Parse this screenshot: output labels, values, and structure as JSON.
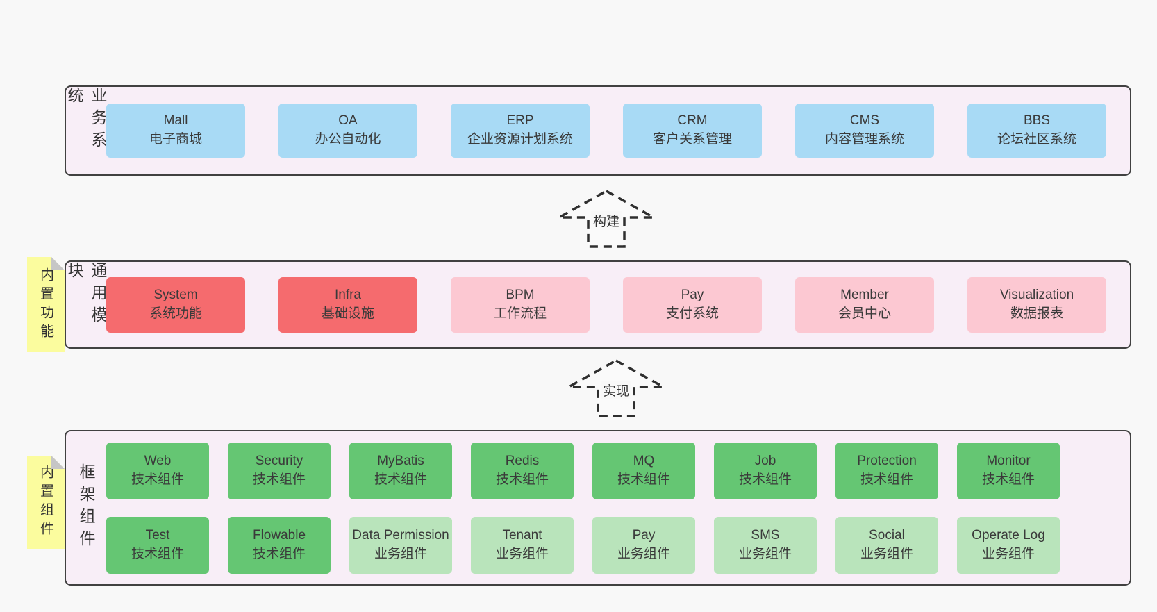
{
  "colors": {
    "page-bg": "#f8f8f8",
    "layer-bg": "#f8eef7",
    "layer-border": "#414141",
    "blue": "#a8daf5",
    "red": "#f56b6e",
    "pink": "#fcc8d2",
    "green": "#65c673",
    "lightgreen": "#b9e4bb",
    "sticky": "#fbfc9e",
    "stickyfold": "#c6c6c6",
    "text": "#3a3a3a",
    "arrow": "#2f2f2f"
  },
  "arrows": [
    {
      "label": "构建"
    },
    {
      "label": "实现"
    }
  ],
  "layers": {
    "business": {
      "label": "业务系统",
      "items": [
        {
          "name": "Mall",
          "desc": "电子商城",
          "variant": "blue"
        },
        {
          "name": "OA",
          "desc": "办公自动化",
          "variant": "blue"
        },
        {
          "name": "ERP",
          "desc": "企业资源计划系统",
          "variant": "blue"
        },
        {
          "name": "CRM",
          "desc": "客户关系管理",
          "variant": "blue"
        },
        {
          "name": "CMS",
          "desc": "内容管理系统",
          "variant": "blue"
        },
        {
          "name": "BBS",
          "desc": "论坛社区系统",
          "variant": "blue"
        }
      ]
    },
    "modules": {
      "label": "通用模块",
      "sticky": "内置功能",
      "items": [
        {
          "name": "System",
          "desc": "系统功能",
          "variant": "red"
        },
        {
          "name": "Infra",
          "desc": "基础设施",
          "variant": "red"
        },
        {
          "name": "BPM",
          "desc": "工作流程",
          "variant": "pink"
        },
        {
          "name": "Pay",
          "desc": "支付系统",
          "variant": "pink"
        },
        {
          "name": "Member",
          "desc": "会员中心",
          "variant": "pink"
        },
        {
          "name": "Visualization",
          "desc": "数据报表",
          "variant": "pink"
        }
      ]
    },
    "components": {
      "label": "框架组件",
      "sticky": "内置组件",
      "row1": [
        {
          "name": "Web",
          "desc": "技术组件",
          "variant": "green"
        },
        {
          "name": "Security",
          "desc": "技术组件",
          "variant": "green"
        },
        {
          "name": "MyBatis",
          "desc": "技术组件",
          "variant": "green"
        },
        {
          "name": "Redis",
          "desc": "技术组件",
          "variant": "green"
        },
        {
          "name": "MQ",
          "desc": "技术组件",
          "variant": "green"
        },
        {
          "name": "Job",
          "desc": "技术组件",
          "variant": "green"
        },
        {
          "name": "Protection",
          "desc": "技术组件",
          "variant": "green"
        },
        {
          "name": "Monitor",
          "desc": "技术组件",
          "variant": "green"
        }
      ],
      "row2": [
        {
          "name": "Test",
          "desc": "技术组件",
          "variant": "green"
        },
        {
          "name": "Flowable",
          "desc": "技术组件",
          "variant": "green"
        },
        {
          "name": "Data Permission",
          "desc": "业务组件",
          "variant": "lightgreen"
        },
        {
          "name": "Tenant",
          "desc": "业务组件",
          "variant": "lightgreen"
        },
        {
          "name": "Pay",
          "desc": "业务组件",
          "variant": "lightgreen"
        },
        {
          "name": "SMS",
          "desc": "业务组件",
          "variant": "lightgreen"
        },
        {
          "name": "Social",
          "desc": "业务组件",
          "variant": "lightgreen"
        },
        {
          "name": "Operate Log",
          "desc": "业务组件",
          "variant": "lightgreen"
        }
      ]
    }
  }
}
